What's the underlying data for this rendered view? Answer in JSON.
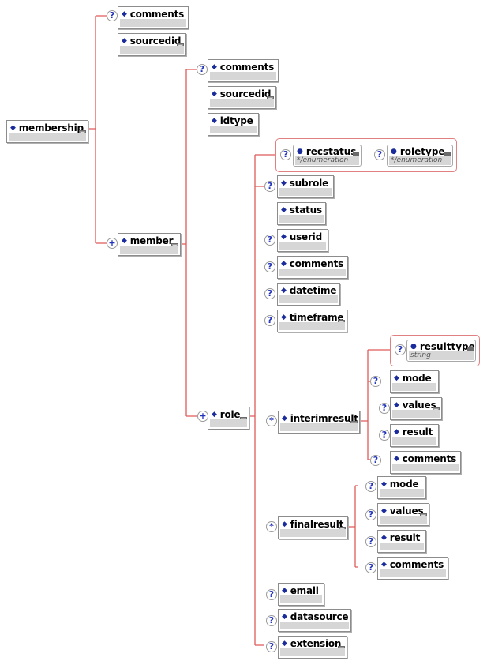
{
  "colors": {
    "connector": "#e05a5a",
    "diamond": "#1a2c9c",
    "occurrence": "#2233bb"
  },
  "nodes": {
    "membership": {
      "label": "membership",
      "occurrence": "",
      "icon": "element-diamond-icon",
      "has_children_icon": true
    },
    "m_comments": {
      "label": "comments",
      "occurrence": "?"
    },
    "m_sourcedid": {
      "label": "sourcedid",
      "occurrence": "",
      "has_children_icon": true
    },
    "member": {
      "label": "member",
      "occurrence": "+",
      "has_children_icon": true
    },
    "mb_comments": {
      "label": "comments",
      "occurrence": "?"
    },
    "mb_sourcedid": {
      "label": "sourcedid",
      "occurrence": "",
      "has_children_icon": true
    },
    "mb_idtype": {
      "label": "idtype",
      "occurrence": ""
    },
    "role": {
      "label": "role",
      "occurrence": "+",
      "has_children_icon": true
    },
    "recstatus": {
      "label": "recstatus",
      "type": "*/enumeration",
      "occurrence": "?"
    },
    "roletype": {
      "label": "roletype",
      "type": "*/enumeration",
      "occurrence": "?"
    },
    "subrole": {
      "label": "subrole",
      "occurrence": "?"
    },
    "status": {
      "label": "status",
      "occurrence": ""
    },
    "userid": {
      "label": "userid",
      "occurrence": "?"
    },
    "r_comments": {
      "label": "comments",
      "occurrence": "?"
    },
    "datetime": {
      "label": "datetime",
      "occurrence": "?"
    },
    "timeframe": {
      "label": "timeframe",
      "occurrence": "?",
      "has_children_icon": true
    },
    "interimresult": {
      "label": "interimresult",
      "occurrence": "*",
      "has_children_icon": true
    },
    "resulttype": {
      "label": "resulttype",
      "type": "string",
      "occurrence": "?"
    },
    "i_mode": {
      "label": "mode",
      "occurrence": "?"
    },
    "i_values": {
      "label": "values",
      "occurrence": "?",
      "has_children_icon": true
    },
    "i_result": {
      "label": "result",
      "occurrence": "?"
    },
    "i_comments": {
      "label": "comments",
      "occurrence": "?"
    },
    "finalresult": {
      "label": "finalresult",
      "occurrence": "*",
      "has_children_icon": true
    },
    "f_mode": {
      "label": "mode",
      "occurrence": "?"
    },
    "f_values": {
      "label": "values",
      "occurrence": "?",
      "has_children_icon": true
    },
    "f_result": {
      "label": "result",
      "occurrence": "?"
    },
    "f_comments": {
      "label": "comments",
      "occurrence": "?"
    },
    "email": {
      "label": "email",
      "occurrence": "?"
    },
    "datasource": {
      "label": "datasource",
      "occurrence": "?"
    },
    "extension": {
      "label": "extension",
      "occurrence": "?",
      "has_children_icon": true
    }
  }
}
